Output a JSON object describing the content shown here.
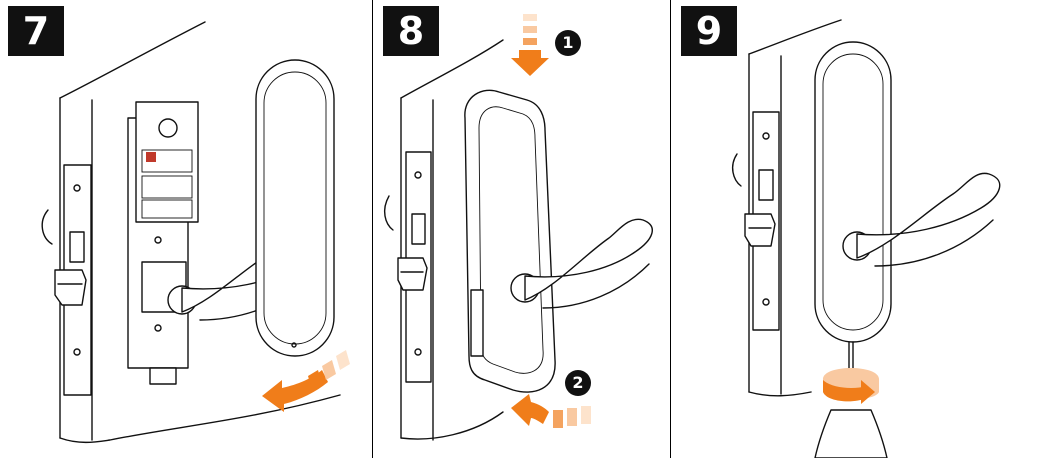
{
  "steps": [
    {
      "number": "7"
    },
    {
      "number": "8",
      "markers": [
        "1",
        "2"
      ]
    },
    {
      "number": "9"
    }
  ],
  "colors": {
    "accent_orange": "#f07d1a",
    "light_orange": "#f9c9a1",
    "pale_orange": "#fde3cc",
    "line": "#111111",
    "badge": "#111111"
  }
}
